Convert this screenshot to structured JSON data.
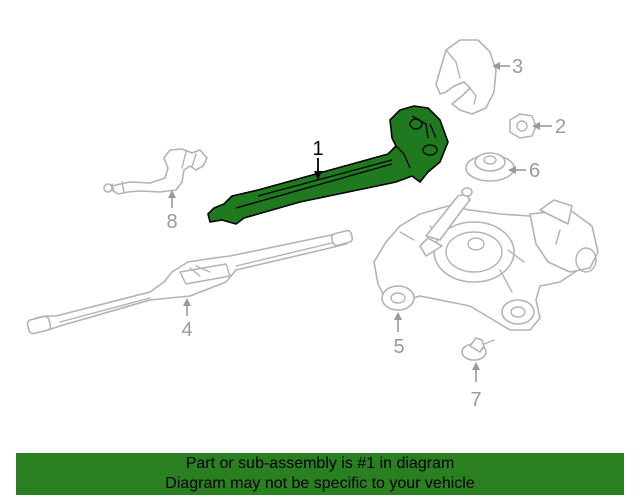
{
  "diagram": {
    "highlighted_part": "1",
    "highlight_color": "#2a7f20",
    "callouts": [
      {
        "id": "c1",
        "label": "1"
      },
      {
        "id": "c2",
        "label": "2"
      },
      {
        "id": "c3",
        "label": "3"
      },
      {
        "id": "c4",
        "label": "4"
      },
      {
        "id": "c5",
        "label": "5"
      },
      {
        "id": "c6",
        "label": "6"
      },
      {
        "id": "c7",
        "label": "7"
      },
      {
        "id": "c8",
        "label": "8"
      }
    ]
  },
  "banner": {
    "line1": "Part or sub-assembly is #1 in diagram",
    "line2": "Diagram may not be specific to your vehicle",
    "background": "#2a7f20"
  }
}
